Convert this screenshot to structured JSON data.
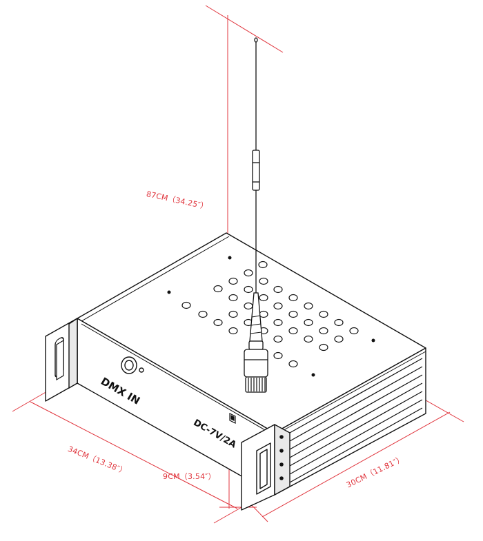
{
  "labels": {
    "dmx_in": "DMX IN",
    "power_spec": "DC-7V/2A"
  },
  "dimensions": {
    "height_total": "87CM（34.25″）",
    "depth": "34CM（13.38″）",
    "unit_height": "9CM（3.54″）",
    "width": "30CM（11.81″）"
  },
  "colors": {
    "dimension_line": "#e0343c",
    "outline": "#111111",
    "face": "#ffffff",
    "shade": "#e9e9e9"
  }
}
